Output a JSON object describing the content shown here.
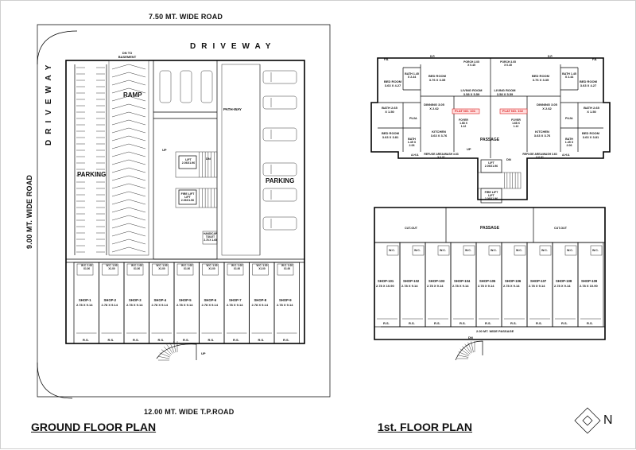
{
  "ground_floor": {
    "title": "GROUND FLOOR PLAN",
    "road_top": "7.50 MT. WIDE ROAD",
    "road_left": "9.00 MT. WIDE ROAD",
    "road_bottom": "12.00 MT. WIDE T.P.ROAD",
    "driveway_top": "DRIVEWAY",
    "driveway_left": "DRIVEWAY",
    "ramp": "RAMP",
    "dn_to_basement": "DN TO BASEMENT",
    "parking_left": "PARKING",
    "parking_right": "PARKING",
    "pathway": "PATH-WAY",
    "lift": "LIFT 2.06X1.96",
    "fire_lift": "FIRE LIFT LIFT 2.06X1.96",
    "handicap_toilet": "HANDICAP TOILET 2.78 X 1.60",
    "up": "UP",
    "dn": "DN",
    "wc_label": "W.C. 1.00 X1.00",
    "rs": "R.S.",
    "shop_size": "2.78 X 9.14",
    "shops": [
      "SHOP-1",
      "SHOP-2",
      "SHOP-3",
      "SHOP-4",
      "SHOP-5",
      "SHOP-6",
      "SHOP-7",
      "SHOP-8",
      "SHOP-9"
    ]
  },
  "first_floor": {
    "title": "1st. FLOOR PLAN",
    "passage": "PASSAGE",
    "passage_wide": "2.00 MT. WIDE PASSAGE",
    "cutout": "CUT-OUT",
    "wc": "W.C.",
    "rs": "R.S.",
    "dn": "DN",
    "up": "UP",
    "lift": "LIFT 2.06X1.96",
    "fire_lift": "FIRE LIFT LIFT 2.06X1.96",
    "flats": [
      {
        "flat_tag": "FLAT NO. 101",
        "bed1": "BED ROOM 3.63 X 4.27",
        "bed2": "BED ROOM 3.76 X 3.35",
        "bed3": "BED ROOM 3.63 X 3.81",
        "living": "LIVING ROOM 3.58 X 5.59",
        "dining": "DINNING 3.05 X 2.62",
        "kitchen": "KITCHEN 3.63 X 3.76",
        "bath1": "BATH 2.65 X 1.50",
        "bath2": "BATH 1.45 X 2.44",
        "bath3": "BATH 1.45 X 2.06",
        "puja": "PUJA",
        "foyer": "FOYER 1.68 X 1.12",
        "refuge": "REFUGE AREA/WASH 3.63 X 0.91",
        "porch": "PORCH 3.05 X 0.45",
        "fb": "F.B.",
        "dp": "D.P.",
        "ahu": "A.H.U."
      },
      {
        "flat_tag": "FLAT NO. 102",
        "bed1": "BED ROOM 3.63 X 4.27",
        "bed2": "BED ROOM 3.76 X 3.35",
        "bed3": "BED ROOM 3.63 X 3.81",
        "living": "LIVING ROOM 3.58 X 5.59",
        "dining": "DINNING 3.05 X 2.62",
        "kitchen": "KITCHEN 3.63 X 3.76",
        "bath1": "BATH 2.65 X 1.50",
        "bath2": "BATH 1.45 X 2.44",
        "bath3": "BATH 1.45 X 2.06",
        "puja": "PUJA",
        "foyer": "FOYER 1.68 X 1.12",
        "refuge": "REFUGE AREA/WASH 3.63 X 0.91",
        "porch": "PORCH 3.05 X 0.45",
        "fb": "F.B.",
        "dp": "D.P.",
        "ahu": "A.H.U."
      }
    ],
    "shops": [
      "SHOP-101",
      "SHOP-102",
      "SHOP-103",
      "SHOP-104",
      "SHOP-105",
      "SHOP-106",
      "SHOP-107",
      "SHOP-108",
      "SHOP-109"
    ],
    "shop_sizes": [
      "2.78 X 10.90",
      "2.78 X 9.14",
      "2.78 X 9.14",
      "2.78 X 9.14",
      "2.78 X 9.14",
      "2.78 X 9.14",
      "2.78 X 9.14",
      "2.78 X 9.14",
      "2.78 X 10.90"
    ]
  },
  "north": {
    "label": "N"
  }
}
